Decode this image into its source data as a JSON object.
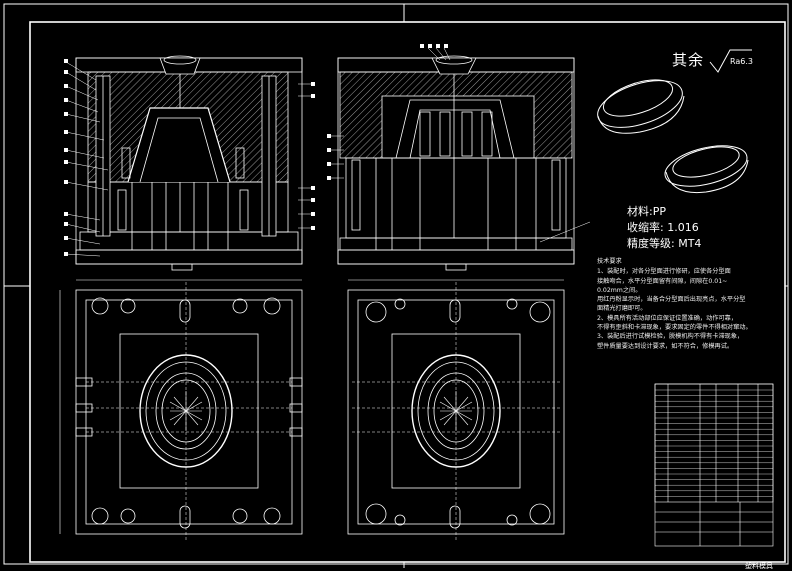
{
  "surface_note": {
    "prefix": "其余",
    "value": "Ra6.3"
  },
  "material": {
    "line1": "材料:PP",
    "line2": "收缩率: 1.016",
    "line3": "精度等级: MT4"
  },
  "tech_requirements": {
    "title": "技术要求",
    "items": [
      "1、装配时，对各分型面进行修研，应使各分型面",
      "接触吻合，水平分型面留有间隙，间隙在0.01~",
      "0.02mm之间。",
      "用红丹粉显示时，当备合分型面后出现亮点，水平分型",
      "面精光打磨即可。",
      "2、模具所有活动部位应保证位置准确，动作可靠，",
      "不得有歪斜和卡滞现象，要求固定的零件不得相对窜动。",
      "3、装配后进行试模检验，脱模机构不得有卡滞现象，",
      "塑件质量要达到设计要求，如不符合，修模再试。"
    ]
  },
  "sheet_title": "塑料模具",
  "colors": {
    "line": "#ffffff",
    "background": "#000000"
  }
}
